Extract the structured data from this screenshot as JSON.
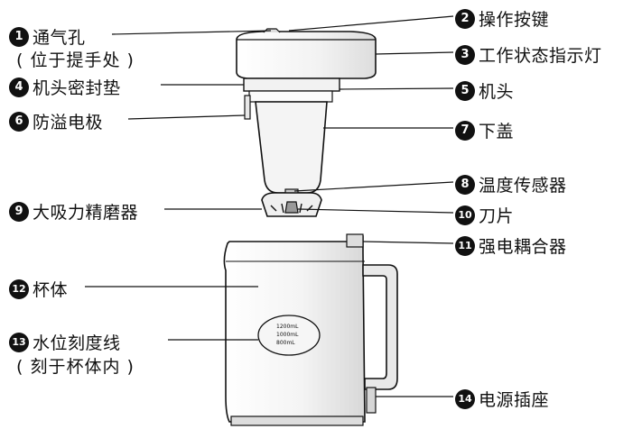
{
  "labels": [
    {
      "num": "1",
      "text": "通气孔"
    },
    {
      "num": "2",
      "text": "操作按键"
    },
    {
      "num": "3",
      "text": "工作状态指示灯"
    },
    {
      "num": "4",
      "text": "机头密封垫"
    },
    {
      "num": "5",
      "text": "机头"
    },
    {
      "num": "6",
      "text": "防溢电极"
    },
    {
      "num": "7",
      "text": "下盖"
    },
    {
      "num": "8",
      "text": "温度传感器"
    },
    {
      "num": "9",
      "text": "大吸力精磨器"
    },
    {
      "num": "10",
      "text": "刀片"
    },
    {
      "num": "11",
      "text": "强电耦合器"
    },
    {
      "num": "12",
      "text": "杯体"
    },
    {
      "num": "13",
      "text": "水位刻度线"
    },
    {
      "num": "14",
      "text": "电源插座"
    }
  ],
  "notes": {
    "vent": "( 位于提手处 )",
    "scale": "( 刻于杯体内 )"
  },
  "scale_marks": [
    "1200mL",
    "1000mL",
    "800mL"
  ],
  "colors": {
    "line": "#111111",
    "body_shade": "#e6e6e6",
    "head_shade": "#eeeeee",
    "badge": "#111111"
  }
}
